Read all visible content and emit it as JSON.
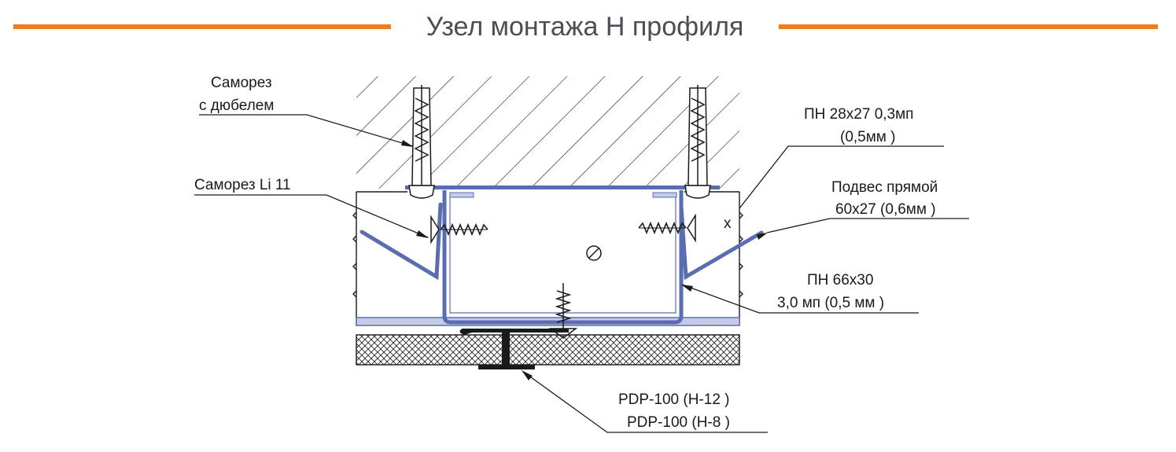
{
  "title": "Узел монтажа Н профиля",
  "colors": {
    "accent": "#f07d1a",
    "profile": "#5a6db0",
    "profile_light": "#c5cde6",
    "line": "#1a1a1a"
  },
  "labels": {
    "screw_dowel_1": "Саморез",
    "screw_dowel_2": "с дюбелем",
    "screw_li": "Саморез Li 11",
    "pn28_1": "ПН 28х27 0,3мп",
    "pn28_2": "(0,5мм )",
    "hanger_1": "Подвес прямой",
    "hanger_2": "60х27 (0,6мм )",
    "pn66_1": "ПН 66х30",
    "pn66_2": "3,0 мп (0,5 мм )",
    "pdp_1": "PDP-100 (H-12 )",
    "pdp_2": "PDP-100 (H-8 )"
  },
  "icons": [
    "screw-dowel-icon",
    "screw-icon",
    "concrete-hatch",
    "insulation-hatch"
  ]
}
